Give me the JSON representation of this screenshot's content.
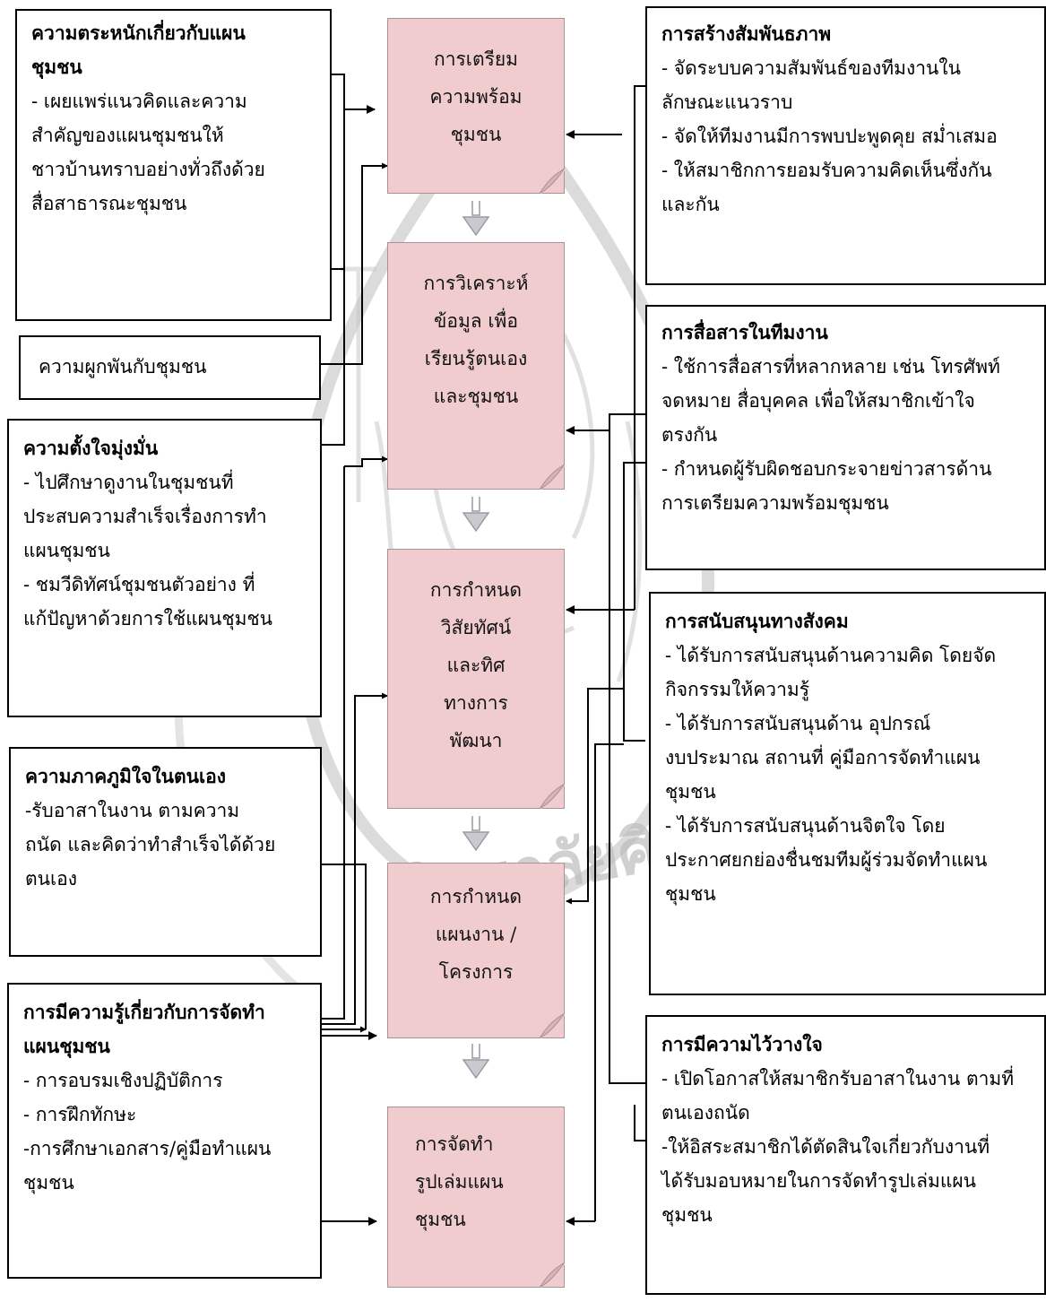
{
  "watermark": {
    "color": "#bdbdbd",
    "arc_text": "วิทยาลัยศิลป"
  },
  "colors": {
    "stage_fill": "#f0cccf",
    "stage_border": "#a89294",
    "line": "#000000"
  },
  "stages": [
    {
      "lines": [
        "การเตรียม",
        "ความพร้อม",
        "ชุมชน"
      ]
    },
    {
      "lines": [
        "การวิเคราะห์",
        "ข้อมูล เพื่อ",
        "เรียนรู้ตนเอง",
        "และชุมชน"
      ]
    },
    {
      "lines": [
        "การกำหนด",
        "วิสัยทัศน์",
        "และทิศ",
        "ทางการ",
        "พัฒนา"
      ]
    },
    {
      "lines": [
        "การกำหนด",
        "แผนงาน /",
        "โครงการ"
      ]
    },
    {
      "lines": [
        "การจัดทำ",
        "รูปเล่มแผน",
        "ชุมชน"
      ]
    }
  ],
  "left_boxes": {
    "awareness": {
      "title_lines": [
        "ความตระหนักเกี่ยวกับแผน",
        "ชุมชน"
      ],
      "items": [
        "- เผยแพร่แนวคิดและความ",
        "สำคัญของแผนชุมชนให้",
        "ชาวบ้านทราบอย่างทั่วถึงด้วย",
        "สื่อสาธารณะชุมชน"
      ]
    },
    "commitment": {
      "text": "ความผูกพันกับชุมชน"
    },
    "determination": {
      "title_lines": [
        "ความตั้งใจมุ่งมั่น"
      ],
      "items": [
        "- ไปศึกษาดูงานในชุมชนที่",
        "ประสบความสำเร็จเรื่องการทำ",
        "แผนชุมชน",
        "- ชมวีดิทัศน์ชุมชนตัวอย่าง ที่",
        "แก้ปัญหาด้วยการใช้แผนชุมชน"
      ]
    },
    "pride": {
      "title_lines": [
        "ความภาคภูมิใจในตนเอง"
      ],
      "items": [
        "-รับอาสาในงาน ตามความ",
        "ถนัด และคิดว่าทำสำเร็จได้ด้วย",
        "ตนเอง"
      ]
    },
    "knowledge": {
      "title_lines": [
        "การมีความรู้เกี่ยวกับการจัดทำ",
        "แผนชุมชน"
      ],
      "items": [
        "- การอบรมเชิงปฏิบัติการ",
        "- การฝึกทักษะ",
        "-การศึกษาเอกสาร/คู่มือทำแผน",
        "ชุมชน"
      ]
    }
  },
  "right_boxes": {
    "relations": {
      "title_lines": [
        "การสร้างสัมพันธภาพ"
      ],
      "items": [
        "-  จัดระบบความสัมพันธ์ของทีมงานใน",
        "ลักษณะแนวราบ",
        "- จัดให้ทีมงานมีการพบปะพูดคุย สม่ำเสมอ",
        "- ให้สมาชิกการยอมรับความคิดเห็นซึ่งกัน",
        "และกัน"
      ]
    },
    "communication": {
      "title_lines": [
        "การสื่อสารในทีมงาน"
      ],
      "items": [
        "- ใช้การสื่อสารที่หลากหลาย เช่น โทรศัพท์",
        "จดหมาย  สื่อบุคคล เพื่อให้สมาชิกเข้าใจ",
        "ตรงกัน",
        "- กำหนดผู้รับผิดชอบกระจายข่าวสารด้าน",
        "การเตรียมความพร้อมชุมชน"
      ]
    },
    "support": {
      "title_lines": [
        "การสนับสนุนทางสังคม"
      ],
      "items": [
        "- ได้รับการสนับสนุนด้านความคิด โดยจัด",
        "กิจกรรมให้ความรู้",
        "- ได้รับการสนับสนุนด้าน อุปกรณ์",
        "งบประมาณ สถานที่ คู่มือการจัดทำแผน",
        "ชุมชน",
        "- ได้รับการสนับสนุนด้านจิตใจ  โดย",
        "ประกาศยกย่องชื่นชมทีมผู้ร่วมจัดทำแผน",
        "ชุมชน"
      ]
    },
    "trust": {
      "title_lines": [
        "การมีความไว้วางใจ"
      ],
      "items": [
        "- เปิดโอกาสให้สมาชิกรับอาสาในงาน ตามที่",
        "ตนเองถนัด",
        "-ให้อิสระสมาชิกได้ตัดสินใจเกี่ยวกับงานที่",
        "ได้รับมอบหมายในการจัดทำรูปเล่มแผน",
        "ชุมชน"
      ]
    }
  }
}
